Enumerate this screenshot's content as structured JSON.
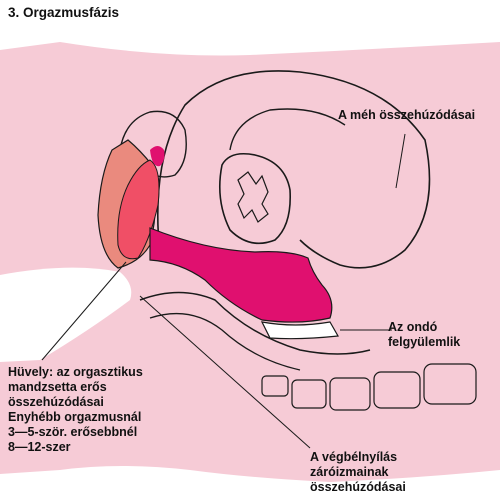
{
  "title": "3. Orgazmusfázis",
  "labels": {
    "uterus": "A méh összehúzódásai",
    "semen": "Az ondó\nfelgyülemlik",
    "vagina": "Hüvely: az orgasztikus\nmandzsetta erős\nösszehúzódásai\nEnyhébb orgazmusnál\n3—5-ször. erősebbnél\n8—12-szer",
    "anus": "A végbélnyílás\nzáróizmainak\nösszehúzódásai"
  },
  "colors": {
    "skin": "#f6cbd6",
    "vaginal_wall": "#ea8a7e",
    "cuff": "#f04f66",
    "contraction": "#e0106f",
    "outline": "#1a1a1a",
    "background": "#ffffff"
  }
}
